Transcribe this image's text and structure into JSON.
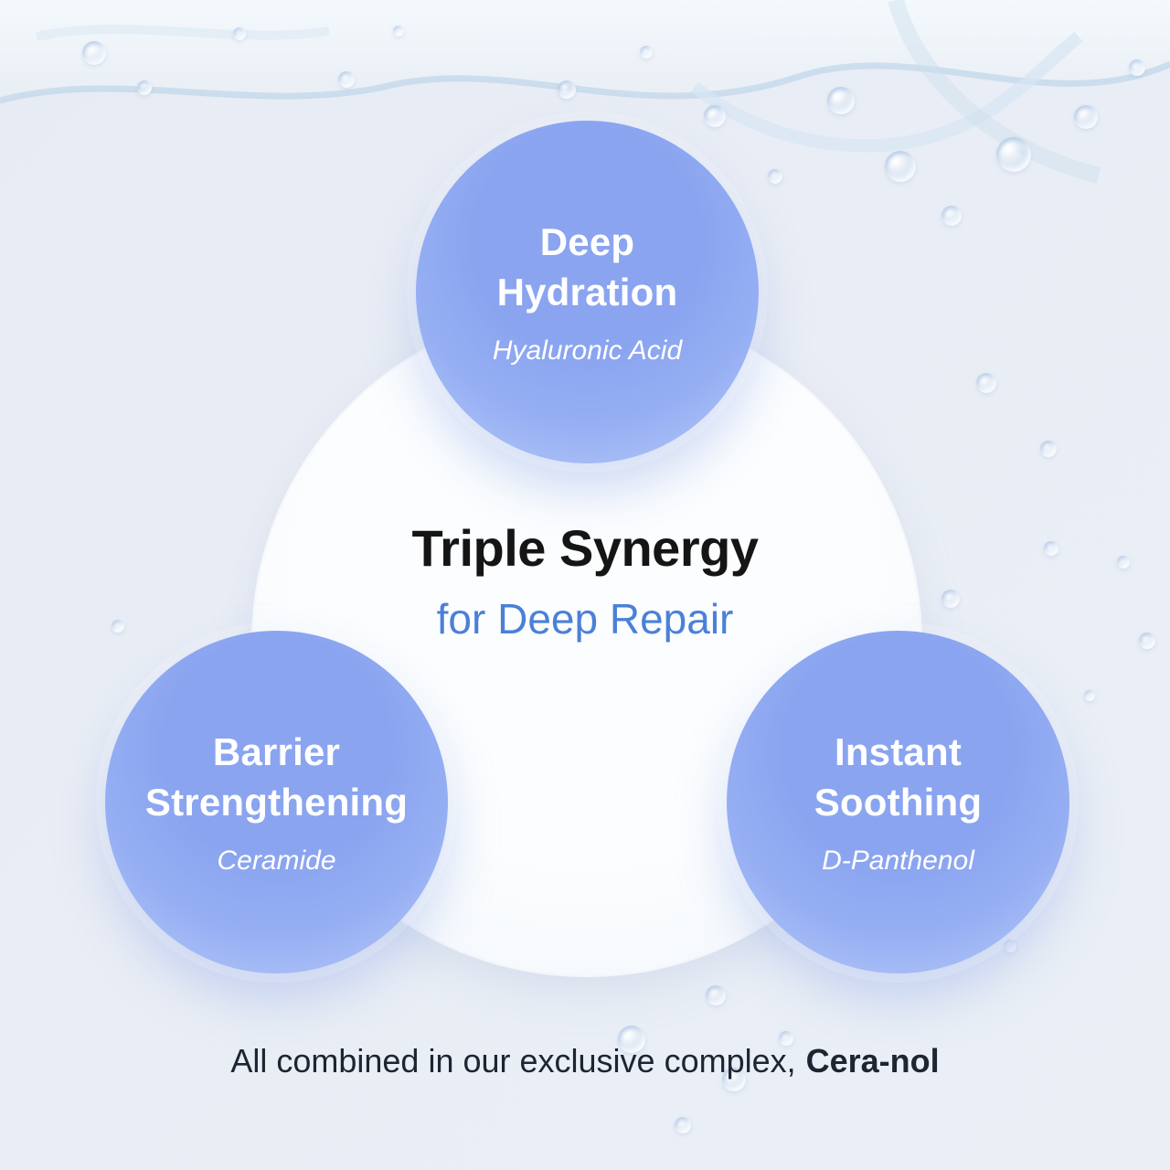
{
  "title": {
    "main": "Triple Synergy",
    "subtitle": "for Deep Repair"
  },
  "circles": [
    {
      "line1": "Deep",
      "line2": "Hydration",
      "ingredient": "Hyaluronic Acid"
    },
    {
      "line1": "Barrier",
      "line2": "Strengthening",
      "ingredient": "Ceramide"
    },
    {
      "line1": "Instant",
      "line2": "Soothing",
      "ingredient": "D-Panthenol"
    }
  ],
  "footer": {
    "lead": "All combined in our exclusive complex,",
    "complex_name": "Cera-nol"
  },
  "colors": {
    "background": "#e8edf5",
    "node_blue": "#8ca6f1",
    "node_blue_edge": "#c3d4fa",
    "accent_blue": "#4b80d8",
    "title_dark": "#151515",
    "footer_dark": "#1c2531",
    "bubble_blue": "#9cc0e0"
  }
}
